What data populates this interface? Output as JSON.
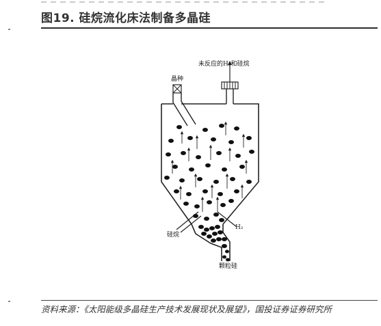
{
  "figure": {
    "title": "图19. 硅烷流化床法制备多晶硅"
  },
  "diagram": {
    "labels": {
      "seed": "晶种",
      "exhaust": "未反应的H₂和硅烷",
      "silane_in": "硅烷",
      "hydrogen_in": "H₂",
      "product": "颗粒硅"
    }
  },
  "source": {
    "text": "资料来源：《太阳能级多晶硅生产技术发展现状及展望》，国投证券证券研究所"
  }
}
